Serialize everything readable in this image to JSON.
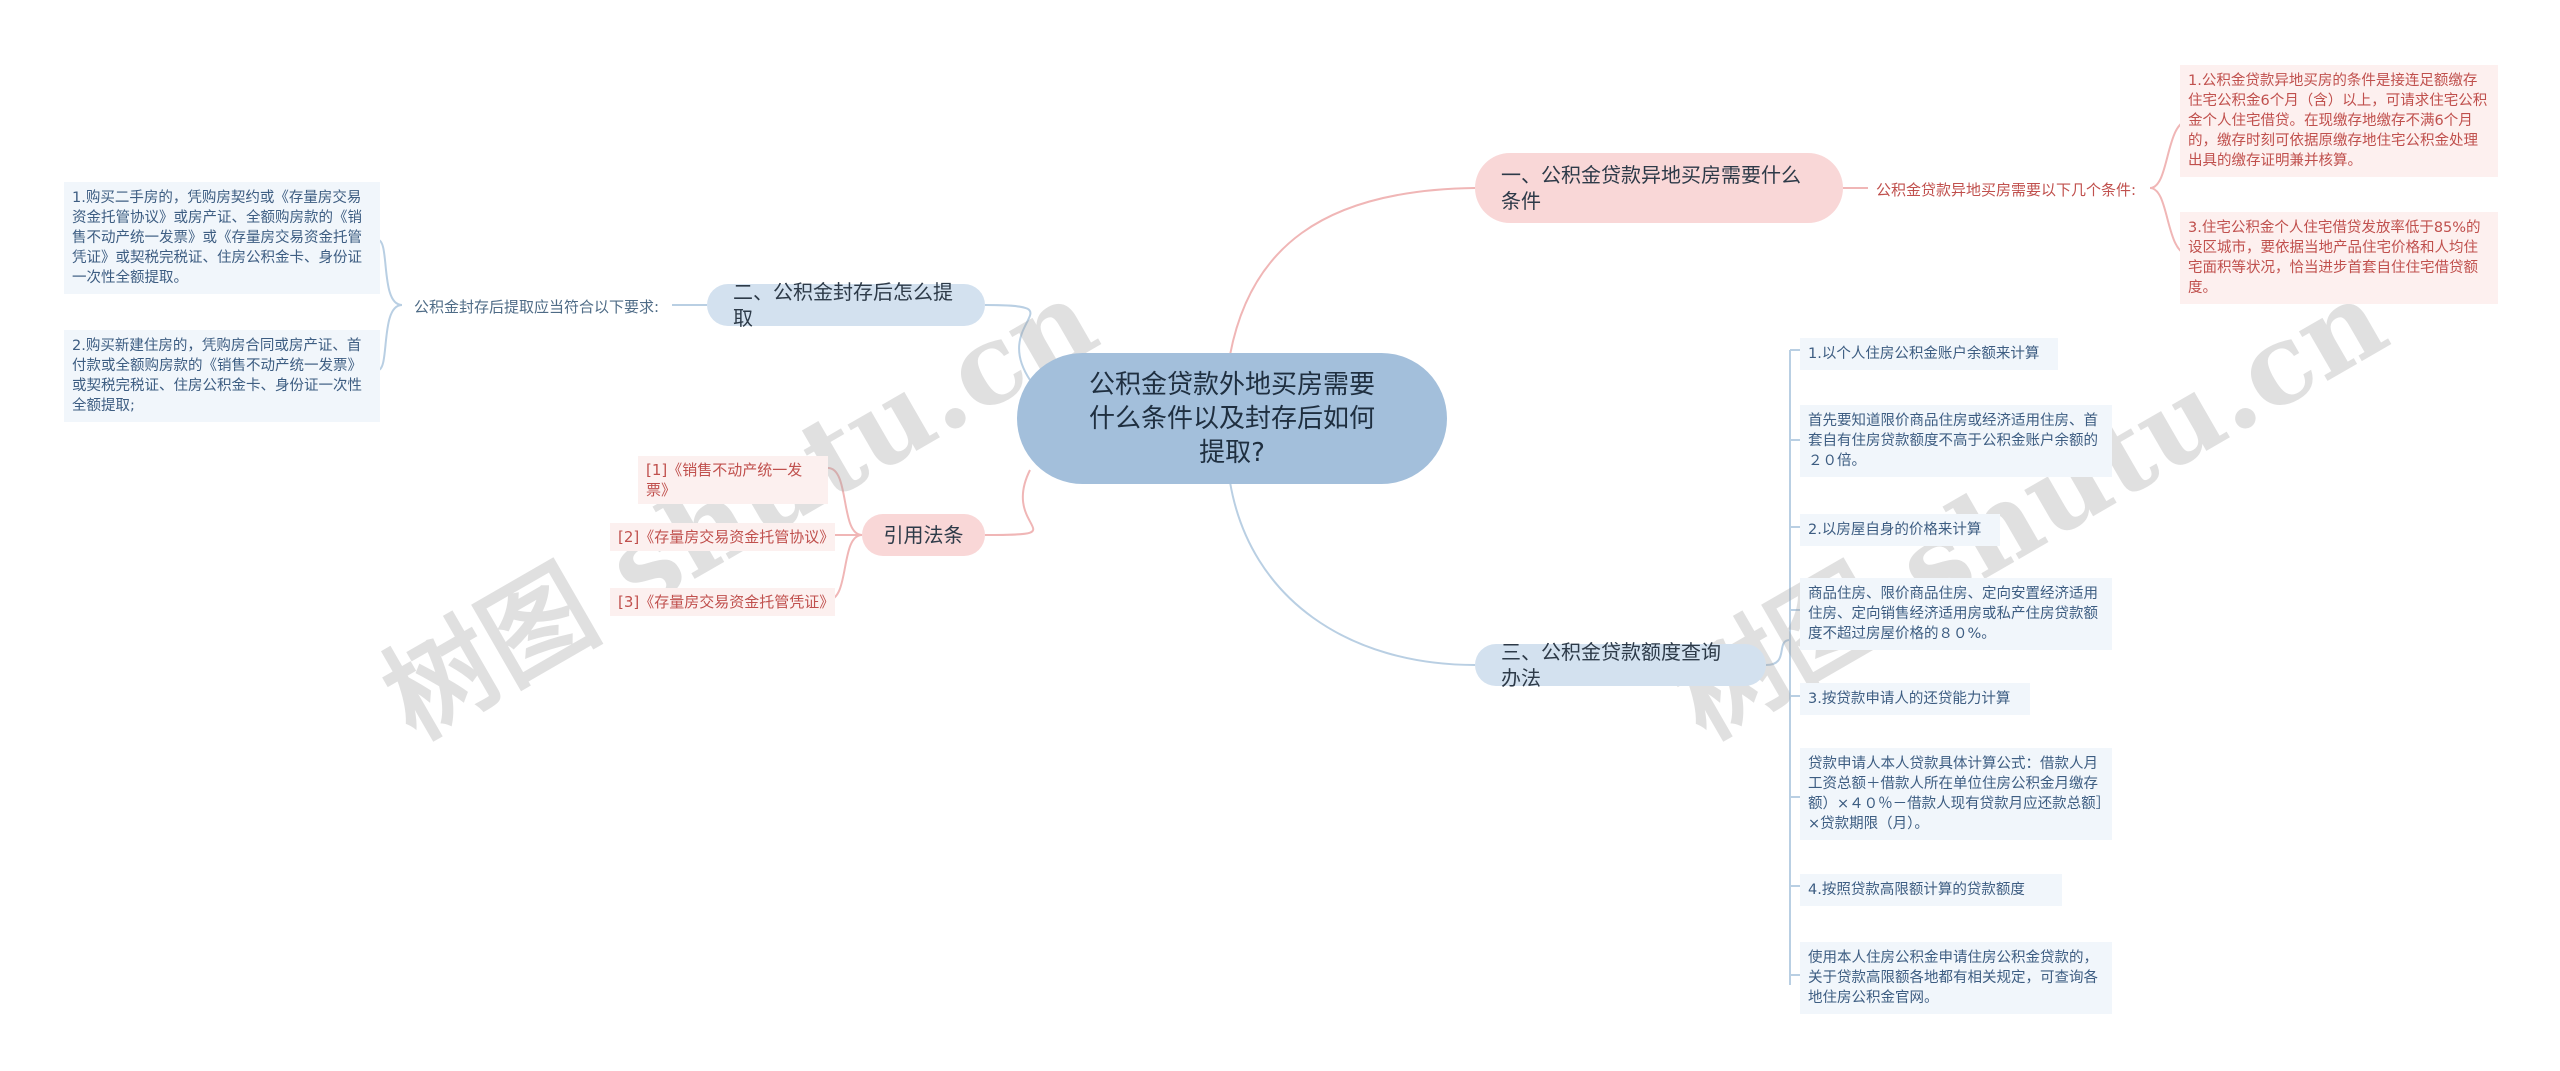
{
  "root": {
    "title": "公积金贷款外地买房需要什么条件以及封存后如何提取?"
  },
  "branch1": {
    "title": "一、公积金贷款异地买房需要什么条件",
    "sub": "公积金贷款异地买房需要以下几个条件:",
    "leaves": [
      "1.公积金贷款异地买房的条件是接连足额缴存住宅公积金6个月（含）以上，可请求住宅公积金个人住宅借贷。在现缴存地缴存不满6个月的，缴存时刻可依据原缴存地住宅公积金处理出具的缴存证明兼并核算。",
      "3.住宅公积金个人住宅借贷发放率低于85%的设区城市，要依据当地产品住宅价格和人均住宅面积等状况，恰当进步首套自住住宅借贷额度。"
    ]
  },
  "branch2": {
    "title": "二、公积金封存后怎么提取",
    "sub": "公积金封存后提取应当符合以下要求:",
    "leaves": [
      "1.购买二手房的，凭购房契约或《存量房交易资金托管协议》或房产证、全额购房款的《销售不动产统一发票》或《存量房交易资金托管凭证》或契税完税证、住房公积金卡、身份证一次性全额提取。",
      "2.购买新建住房的，凭购房合同或房产证、首付款或全额购房款的《销售不动产统一发票》或契税完税证、住房公积金卡、身份证一次性全额提取;"
    ]
  },
  "branch3": {
    "title": "三、公积金贷款额度查询办法",
    "leaves": [
      "1.以个人住房公积金账户余额来计算",
      "首先要知道限价商品住房或经济适用住房、首套自有住房贷款额度不高于公积金账户余额的２０倍。",
      "2.以房屋自身的价格来计算",
      "商品住房、限价商品住房、定向安置经济适用住房、定向销售经济适用房或私产住房贷款额度不超过房屋价格的８０%。",
      "3.按贷款申请人的还贷能力计算",
      "贷款申请人本人贷款具体计算公式：借款人月工资总额＋借款人所在单位住房公积金月缴存额）×４０％－借款人现有贷款月应还款总额］×贷款期限（月）。",
      "4.按照贷款高限额计算的贷款额度",
      "使用本人住房公积金申请住房公积金贷款的，关于贷款高限额各地都有相关规定，可查询各地住房公积金官网。"
    ]
  },
  "branch4": {
    "title": "引用法条",
    "leaves": [
      "[1]《销售不动产统一发票》",
      "[2]《存量房交易资金托管协议》",
      "[3]《存量房交易资金托管凭证》"
    ]
  },
  "watermark": "树图 shutu.cn",
  "colors": {
    "root": "#a3bfdb",
    "pink": "#f9d7d7",
    "blue": "#d3e1ef",
    "pinkLine": "#f0b6b6",
    "blueLine": "#b9cfe3"
  }
}
